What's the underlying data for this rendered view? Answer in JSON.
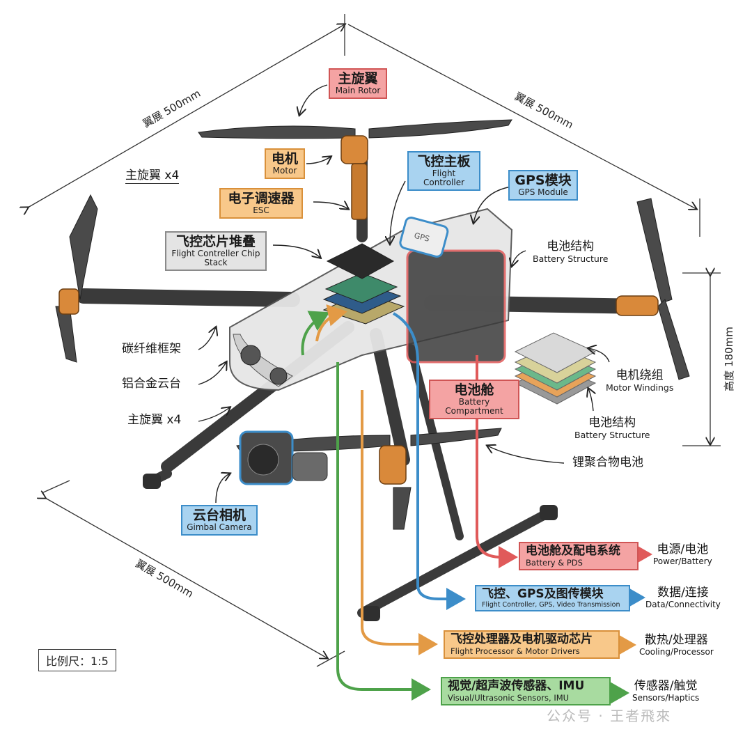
{
  "diagram": {
    "dimensions": {
      "top_left": "翼展 500mm",
      "top_right": "翼展 500mm",
      "bottom_left": "翼展 500mm",
      "height": "高度 180mm"
    },
    "scale": "比例尺：1:5",
    "component_labels": [
      {
        "id": "main-rotor",
        "cn": "主旋翼",
        "en": "Main Rotor",
        "color": "red"
      },
      {
        "id": "motor",
        "cn": "电机",
        "en": "Motor",
        "color": "orange"
      },
      {
        "id": "esc",
        "cn": "电子调速器",
        "en": "ESC",
        "color": "orange"
      },
      {
        "id": "flight-controller",
        "cn": "飞控主板",
        "en": "Flight Controller",
        "color": "blue"
      },
      {
        "id": "gps-module",
        "cn": "GPS模块",
        "en": "GPS Module",
        "color": "blue"
      },
      {
        "id": "chip-stack",
        "cn": "飞控芯片堆叠",
        "en": "Flight Contreller Chip Stack",
        "color": "gray"
      },
      {
        "id": "battery-compartment",
        "cn": "电池舱",
        "en": "Battery Compartment",
        "color": "red"
      },
      {
        "id": "gimbal-camera",
        "cn": "云台相机",
        "en": "Gimbal Camera",
        "color": "blue"
      }
    ],
    "plain_labels": [
      {
        "id": "rotor-x4-top",
        "cn": "主旋翼 x4"
      },
      {
        "id": "carbon-frame",
        "cn": "碳纤维框架"
      },
      {
        "id": "alloy-gimbal",
        "cn": "铝合金云台"
      },
      {
        "id": "rotor-x4-mid",
        "cn": "主旋翼 x4"
      },
      {
        "id": "battery-structure-top",
        "cn": "电池结构",
        "en": "Battery Structure"
      },
      {
        "id": "motor-windings",
        "cn": "电机绕组",
        "en": "Motor Windings"
      },
      {
        "id": "battery-structure-bottom",
        "cn": "电池结构",
        "en": "Battery Structure"
      },
      {
        "id": "lipo-battery",
        "cn": "锂聚合物电池"
      }
    ],
    "systems": [
      {
        "cn": "电池舱及配电系统",
        "en": "Battery & PDS",
        "category_cn": "电源/电池",
        "category_en": "Power/Battery",
        "color": "#e05a5a",
        "bg": "#f4a3a3"
      },
      {
        "cn": "飞控、GPS及图传模块",
        "en": "Flight Controller, GPS, Video Transmission",
        "category_cn": "数据/连接",
        "category_en": "Data/Connectivity",
        "color": "#3c8dc9",
        "bg": "#a9d3f0"
      },
      {
        "cn": "飞控处理器及电机驱动芯片",
        "en": "Flight Processor & Motor Drivers",
        "category_cn": "散热/处理器",
        "category_en": "Cooling/Processor",
        "color": "#e39a45",
        "bg": "#f8c88a"
      },
      {
        "cn": "视觉/超声波传感器、IMU",
        "en": "Visual/Ultrasonic Sensors, IMU",
        "category_cn": "传感器/触觉",
        "category_en": "Sensors/Haptics",
        "color": "#4ea24a",
        "bg": "#a8dba0"
      }
    ],
    "watermark": "公众号 · 王者飛來"
  }
}
